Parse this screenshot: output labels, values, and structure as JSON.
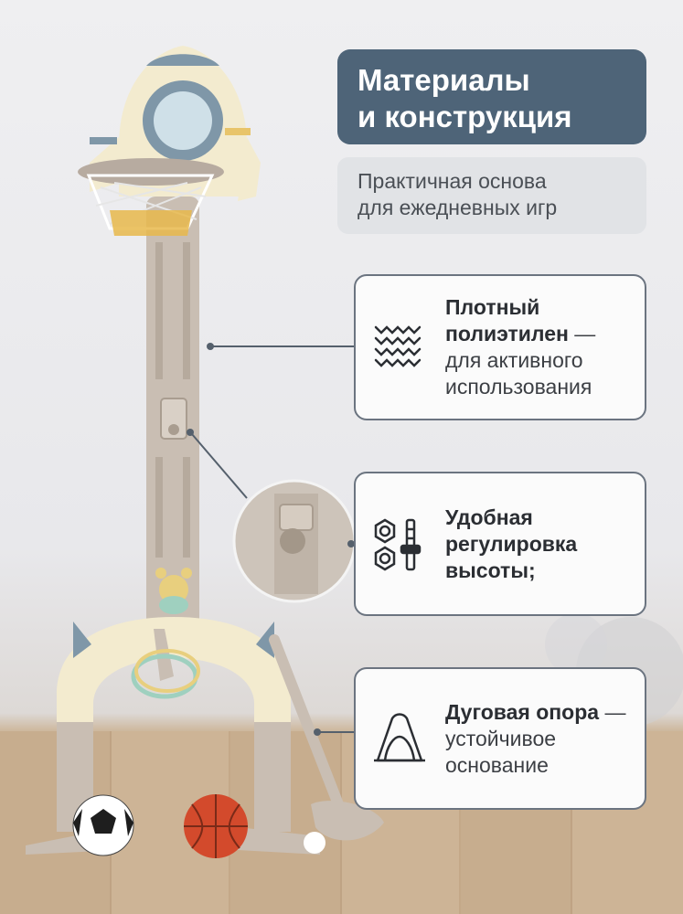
{
  "header": {
    "title_line1": "Материалы",
    "title_line2": "и конструкция",
    "subtitle_line1": "Практичная основа",
    "subtitle_line2": "для ежедневных игр"
  },
  "features": [
    {
      "icon": "dense-mesh-icon",
      "bold_line1": "Плотный",
      "bold_line2": "полиэтилен",
      "rest_line2": " —",
      "line3": "для активного",
      "line4": "использования"
    },
    {
      "icon": "nuts-and-adjuster-icon",
      "bold_line1": "Удобная",
      "bold_line2": "регулировка",
      "bold_line3": "высоты;"
    },
    {
      "icon": "arch-support-icon",
      "bold_line1": "Дуговая опора",
      "rest_line1": " —",
      "line2": "устойчивое",
      "line3": "основание"
    }
  ],
  "colors": {
    "title_bg": "#4e6478",
    "subtitle_bg": "#e1e3e6",
    "card_border": "#6b7480",
    "toy_cream": "#f3ebcf",
    "toy_gray": "#c9beb3",
    "accent_blue": "#7f97a8",
    "accent_yellow": "#e8c46a"
  }
}
